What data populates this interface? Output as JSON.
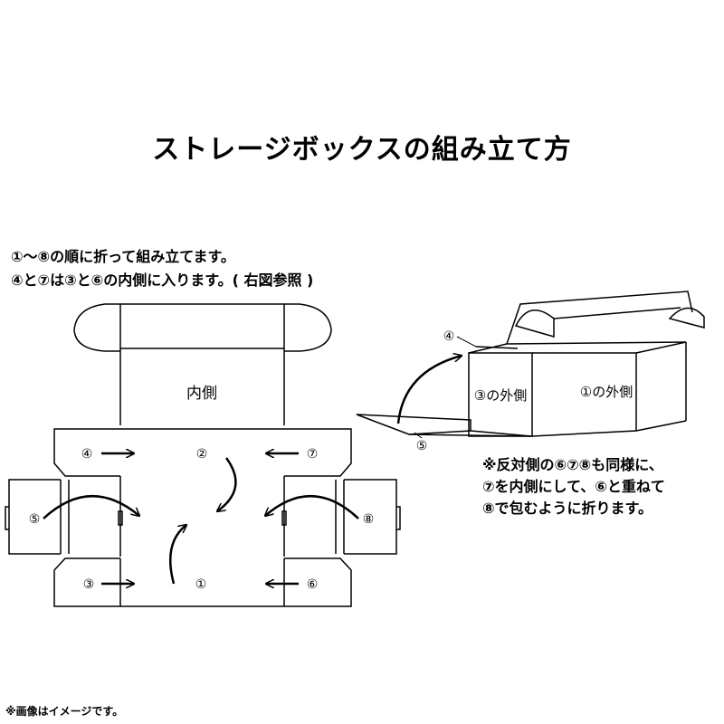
{
  "title": "ストレージボックスの組み立て方",
  "instructions": [
    "①〜⑧の順に折って組み立てます。",
    "④と⑦は③と⑥の内側に入ります。( 右図参照 )"
  ],
  "net": {
    "inner_label": "内側",
    "steps": [
      "①",
      "②",
      "③",
      "④",
      "⑤",
      "⑥",
      "⑦",
      "⑧"
    ]
  },
  "box_view": {
    "step4": "④",
    "step5": "⑤",
    "outer3": "③の外側",
    "outer1": "①の外側"
  },
  "note_lines": [
    "※反対側の⑥⑦⑧も同様に、",
    "⑦を内側にして、⑥と重ねて",
    "⑧で包むように折ります。"
  ],
  "footer": "※画像はイメージです。"
}
